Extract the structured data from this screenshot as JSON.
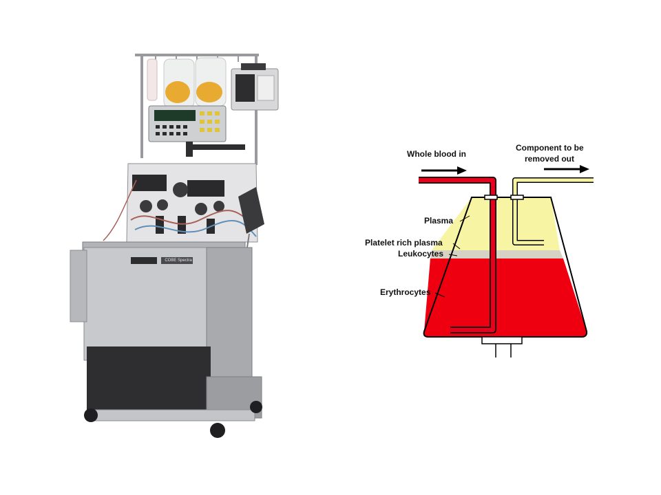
{
  "machine": {
    "panel_label": "COBE Spectra",
    "colors": {
      "body": "#c9c9cb",
      "front": "#b9b9bc",
      "dark": "#2e2e30",
      "fluid": "#e8a21c"
    }
  },
  "diagram": {
    "labels": {
      "whole_blood_in": "Whole blood in",
      "component_out_line1": "Component to be",
      "component_out_line2": "removed out",
      "plasma": "Plasma",
      "platelet_rich_plasma": "Platelet rich plasma",
      "leukocytes": "Leukocytes",
      "erythrocytes": "Erythrocytes"
    },
    "colors": {
      "whole_blood": "#e8001c",
      "plasma": "#f7f5a3",
      "buffy_coat": "#d6d2c4",
      "erythrocytes": "#ee0010",
      "outline": "#000000"
    }
  }
}
